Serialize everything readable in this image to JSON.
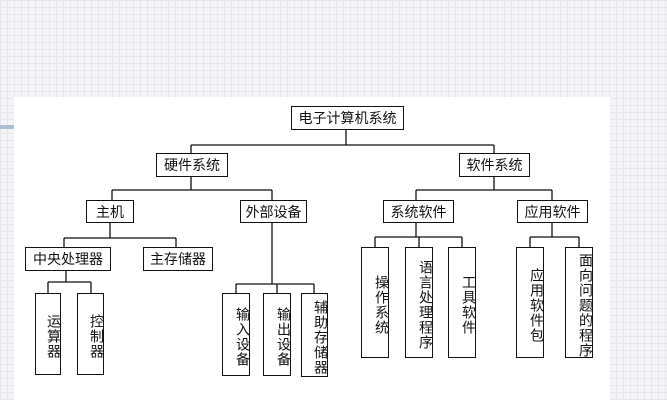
{
  "diagram": {
    "root": "电子计算机系统",
    "hardware": {
      "label": "硬件系统",
      "host": {
        "label": "主机",
        "cpu": "中央处理器",
        "alu": "运算器",
        "controller": "控制器",
        "main_memory": "主存储器"
      },
      "peripherals": {
        "label": "外部设备",
        "input": "输入设备",
        "output": "输出设备",
        "auxiliary_storage": "辅助存储器"
      }
    },
    "software": {
      "label": "软件系统",
      "system": {
        "label": "系统软件",
        "os": "操作系统",
        "language_processors": "语言处理程序",
        "tools": "工具软件"
      },
      "application": {
        "label": "应用软件",
        "packages": "应用软件包",
        "problem_oriented": "面向问题的程序"
      }
    }
  }
}
